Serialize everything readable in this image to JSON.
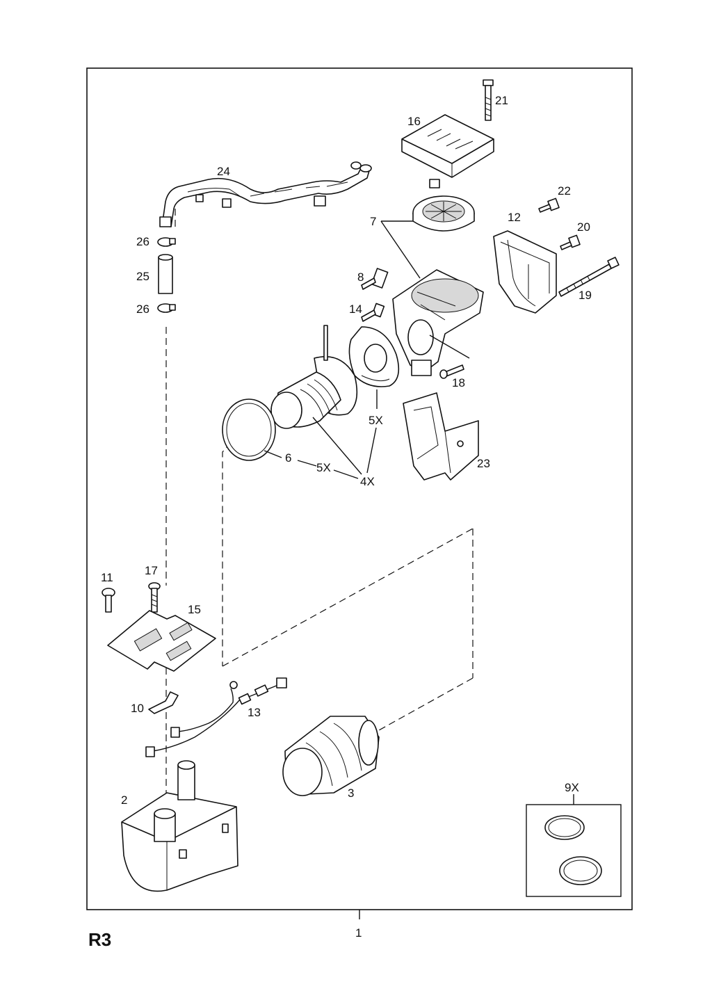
{
  "page": {
    "code": "R3",
    "assembly_number": "1"
  },
  "callouts": {
    "c1": "1",
    "c2": "2",
    "c3": "3",
    "c4x": "4X",
    "c5x_a": "5X",
    "c5x_b": "5X",
    "c6": "6",
    "c7": "7",
    "c8": "8",
    "c9x": "9X",
    "c10": "10",
    "c11": "11",
    "c12": "12",
    "c13": "13",
    "c14": "14",
    "c15": "15",
    "c16": "16",
    "c17": "17",
    "c18": "18",
    "c19": "19",
    "c20": "20",
    "c21": "21",
    "c22": "22",
    "c23": "23",
    "c24": "24",
    "c25": "25",
    "c26_a": "26",
    "c26_b": "26"
  }
}
